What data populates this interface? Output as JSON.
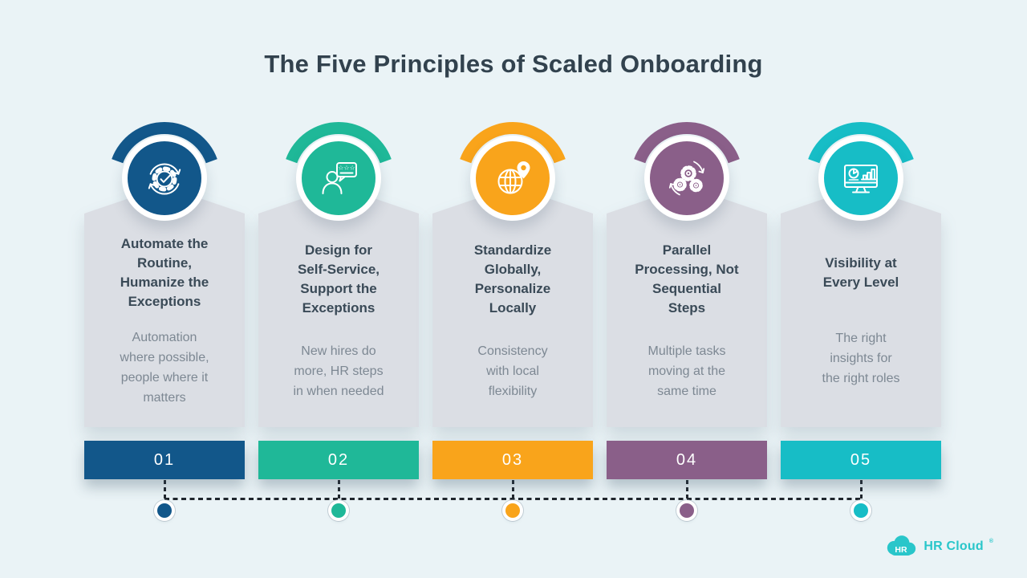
{
  "header": {
    "title": "The Five Principles of Scaled Onboarding"
  },
  "theme": {
    "background": "#EAF3F6",
    "card_background": "#DBDEE4",
    "heading_text": "#32424E",
    "card_title_text": "#3A4A57",
    "card_body_text": "#7D8893",
    "timeline_dash": "#20262D"
  },
  "cards": [
    {
      "number": "01",
      "color": "#12578A",
      "icon": "automation-gear-check-icon",
      "title": "Automate the\nRoutine,\nHumanize the\nExceptions",
      "body": "Automation\nwhere possible,\npeople where it\nmatters"
    },
    {
      "number": "02",
      "color": "#1FB898",
      "icon": "person-feedback-stars-icon",
      "title": "Design for\nSelf-Service,\nSupport the\nExceptions",
      "body": "New hires do\nmore, HR steps\nin when needed"
    },
    {
      "number": "03",
      "color": "#F9A41B",
      "icon": "globe-location-pin-icon",
      "title": "Standardize\nGlobally,\nPersonalize\nLocally",
      "body": "Consistency\nwith local\nflexibility"
    },
    {
      "number": "04",
      "color": "#8A5F89",
      "icon": "sync-gears-icon",
      "title": "Parallel\nProcessing, Not\nSequential\nSteps",
      "body": "Multiple tasks\nmoving at the\nsame time"
    },
    {
      "number": "05",
      "color": "#17BDC6",
      "icon": "monitor-analytics-icon",
      "title": "Visibility at\nEvery Level",
      "body": "The right\ninsights for\nthe right roles"
    }
  ],
  "logo": {
    "badge": "HR",
    "name": "HR Cloud",
    "registered": "®",
    "color": "#29C6CA"
  }
}
